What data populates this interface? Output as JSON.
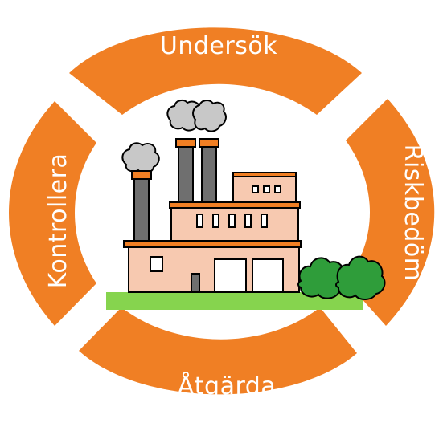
{
  "cycle": {
    "steps": [
      {
        "label": "Undersök"
      },
      {
        "label": "Riskbedöm"
      },
      {
        "label": "Åtgärda"
      },
      {
        "label": "Kontrollera"
      }
    ]
  },
  "center": {
    "icon": "factory-icon"
  },
  "colors": {
    "ring": "#f07f24",
    "wall": "#f7c9b0",
    "stack": "#6f6f6f",
    "stack_band": "#f07f24",
    "smoke": "#c8c8c8",
    "ground": "#86d44e",
    "bush": "#2f9d3a"
  }
}
